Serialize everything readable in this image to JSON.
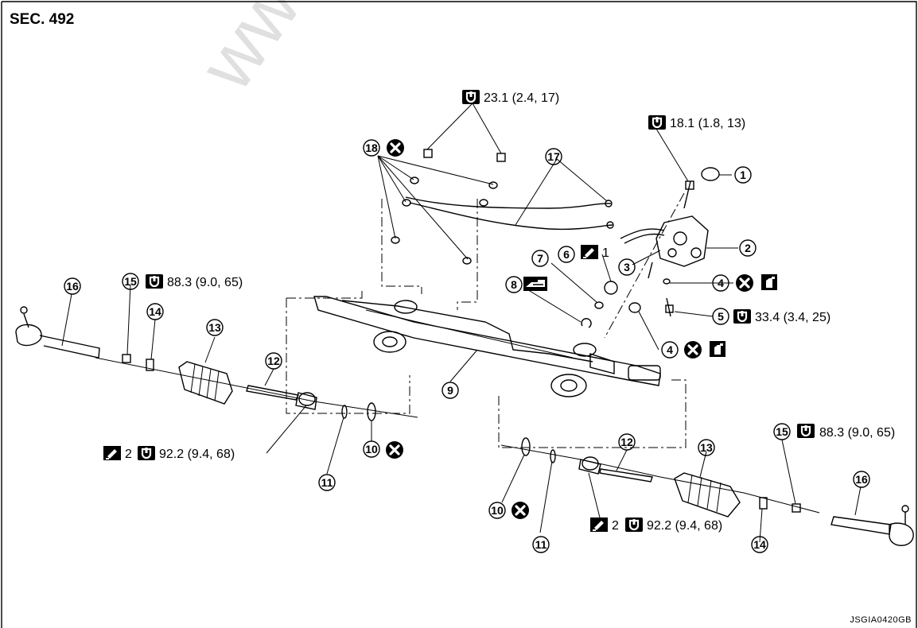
{
  "header": {
    "section": "SEC. 492"
  },
  "watermark": "www.gt",
  "figure_code": "JSGIA0420GB",
  "callouts": {
    "c1": "1",
    "c2": "2",
    "c3": "3",
    "c4a": "4",
    "c4b": "4",
    "c5": "5",
    "c6": "6",
    "c7": "7",
    "c8": "8",
    "c9": "9",
    "c10a": "10",
    "c10b": "10",
    "c11a": "11",
    "c11b": "11",
    "c12a": "12",
    "c12b": "12",
    "c13a": "13",
    "c13b": "13",
    "c14a": "14",
    "c14b": "14",
    "c15a": "15",
    "c15b": "15",
    "c16a": "16",
    "c16b": "16",
    "c17": "17",
    "c18": "18"
  },
  "torques": {
    "t_line_bolt": "23.1 (2.4, 17)",
    "t_valve_bolt": "18.1 (1.8, 13)",
    "t_5": "33.4 (3.4, 25)",
    "t_15_left": "88.3 (9.0, 65)",
    "t_15_right": "88.3 (9.0, 65)",
    "t_inner_left_num": "2",
    "t_inner_left": "92.2 (9.4, 68)",
    "t_inner_right_num": "2",
    "t_inner_right": "92.2 (9.4, 68)",
    "t_6_num": "1"
  },
  "icons": {
    "torque": "torque-wrench-icon",
    "do_not_reuse": "do-not-reuse-icon",
    "grease": "apply-grease-icon",
    "fluid": "power-steering-fluid-icon",
    "tool": "special-tool-icon"
  }
}
